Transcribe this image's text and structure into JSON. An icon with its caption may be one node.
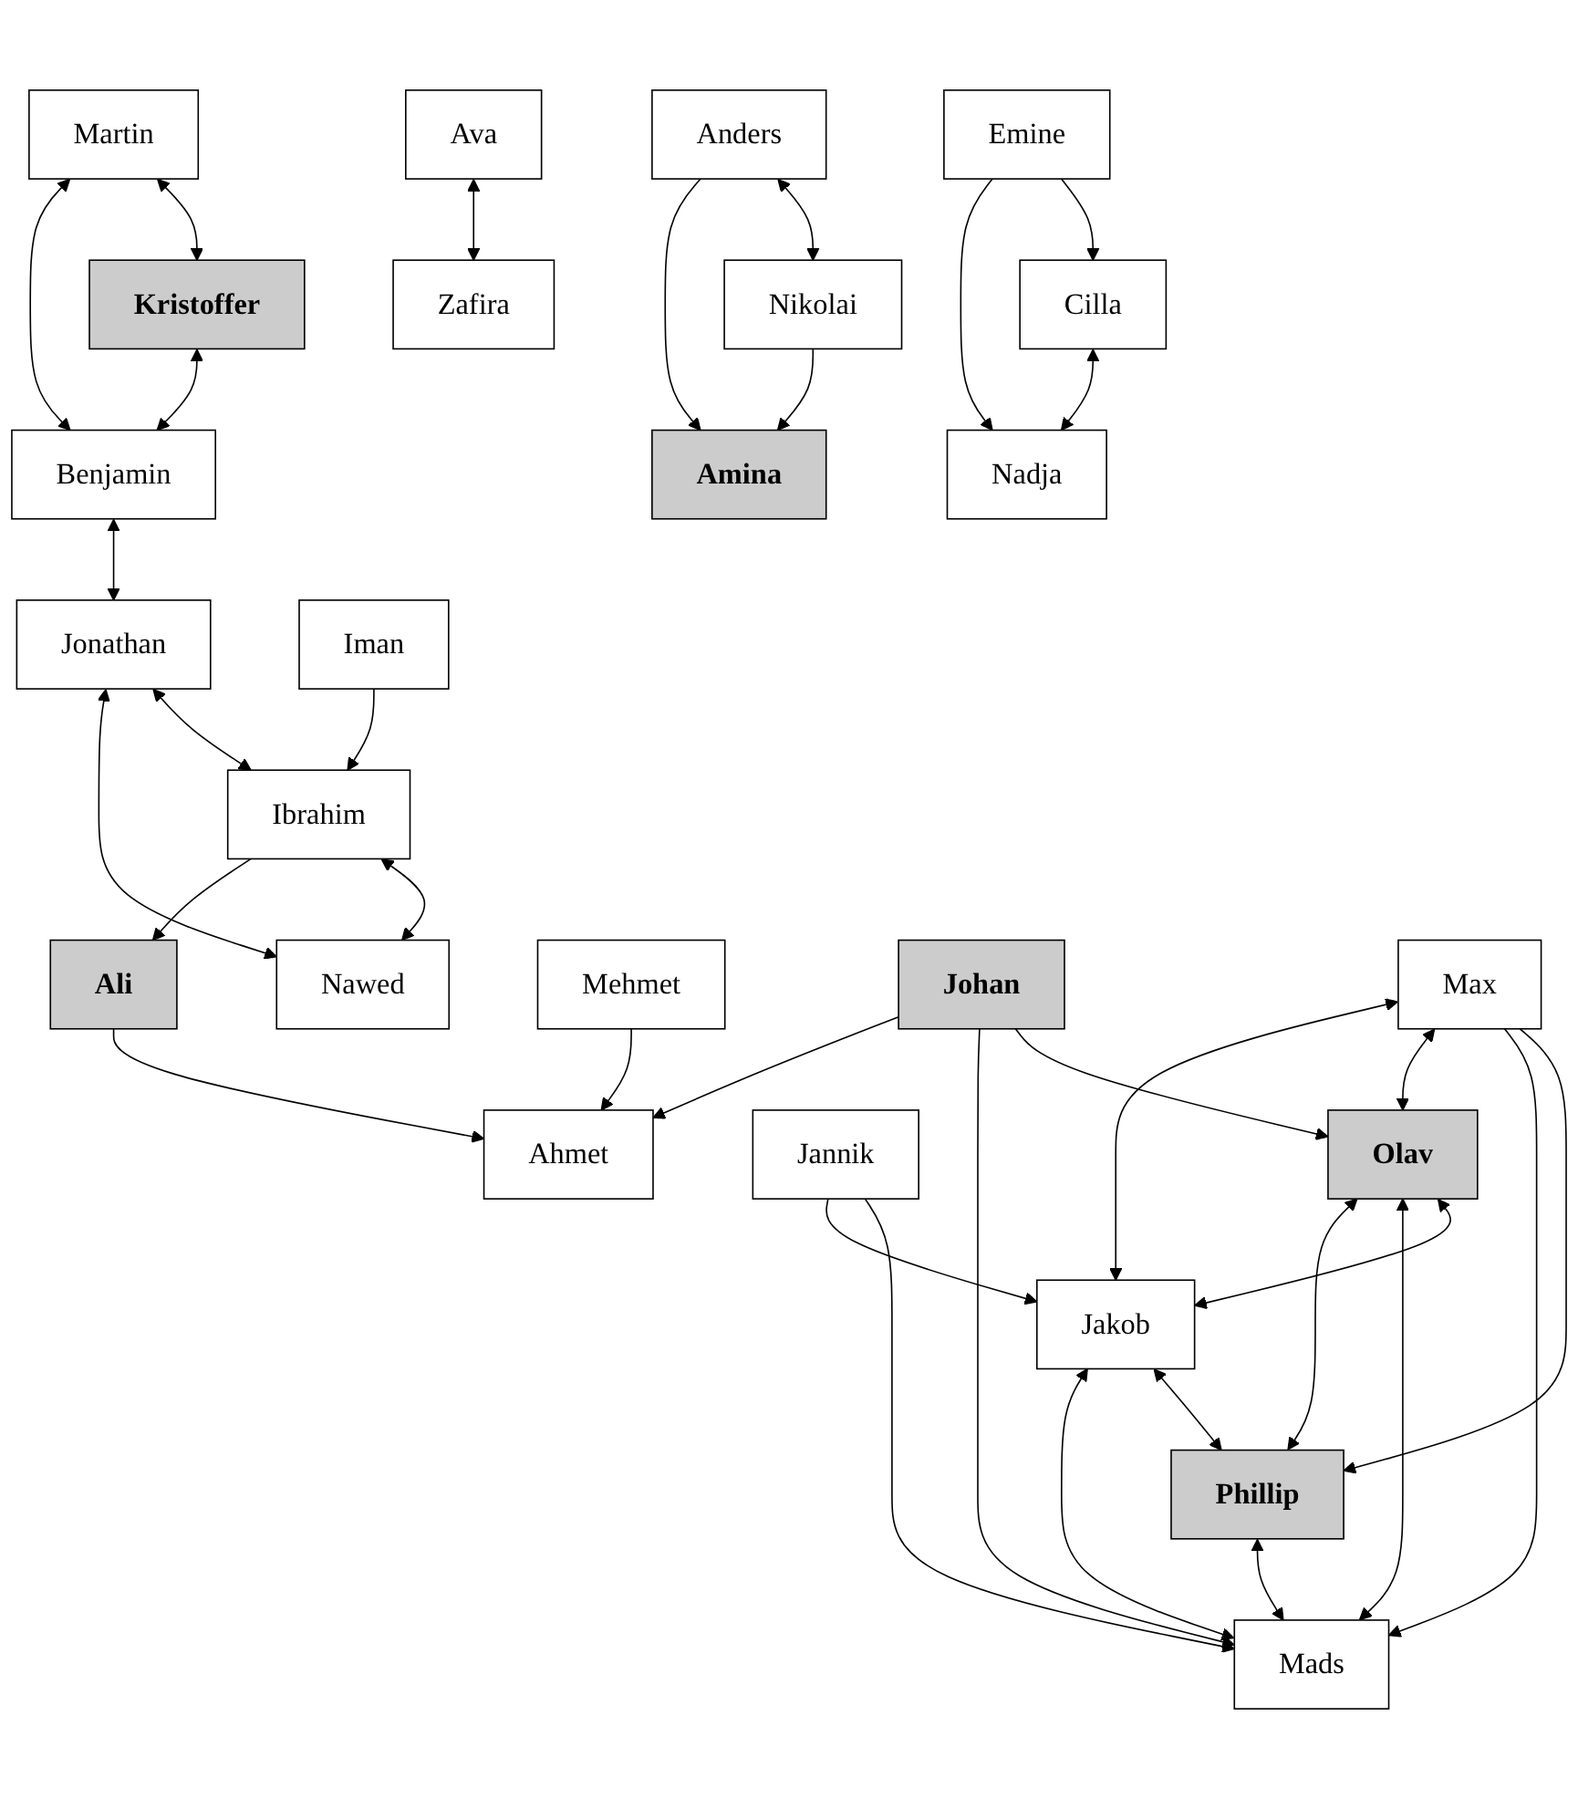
{
  "diagram": {
    "nodes": [
      {
        "text": [
          "Phillip"
        ]
      },
      {
        "text": [
          "Mads"
        ]
      },
      {
        "text": [
          "Jannik"
        ]
      },
      {
        "text": [
          "Max"
        ]
      },
      {
        "text": [
          "Olav"
        ]
      },
      {
        "text": [
          "Jakob"
        ]
      },
      {
        "text": [
          "Martin"
        ]
      },
      {
        "text": [
          "Kristoffer"
        ]
      },
      {
        "text": [
          "Benjamin"
        ]
      },
      {
        "text": [
          "Jonathan"
        ]
      },
      {
        "text": [
          "Ibrahim"
        ]
      },
      {
        "text": [
          "Mehmet"
        ]
      },
      {
        "text": [
          "Ahmet"
        ]
      },
      {
        "text": [
          "Anders"
        ]
      },
      {
        "text": [
          "Nawed"
        ]
      },
      {
        "text": [
          "Ali"
        ]
      },
      {
        "text": [
          "Johan"
        ]
      },
      {
        "text": [
          "Nikolai"
        ]
      },
      {
        "text": [
          "Amina"
        ]
      },
      {
        "text": [
          "Iman"
        ]
      },
      {
        "text": [
          "Ava"
        ]
      },
      {
        "text": [
          "Zafira"
        ]
      },
      {
        "text": [
          "Cilla"
        ]
      },
      {
        "text": [
          "Emine"
        ]
      },
      {
        "text": [
          "Nadja"
        ]
      }
    ],
    "edges": [
      {
        "from": 2,
        "to": 1,
        "arrow": "to"
      },
      {
        "from": 2,
        "to": 5,
        "arrow": "to"
      },
      {
        "from": 0,
        "to": 1,
        "arrow": "both"
      },
      {
        "from": 0,
        "to": 4,
        "arrow": "both"
      },
      {
        "from": 3,
        "to": 0,
        "arrow": "to"
      },
      {
        "from": 3,
        "to": 1,
        "arrow": "to"
      },
      {
        "from": 1,
        "to": 4,
        "arrow": "both"
      },
      {
        "from": 3,
        "to": 4,
        "arrow": "both"
      },
      {
        "from": 3,
        "to": 5,
        "arrow": "both"
      },
      {
        "from": 4,
        "to": 5,
        "arrow": "both"
      },
      {
        "from": 5,
        "to": 0,
        "arrow": "both"
      },
      {
        "from": 1,
        "to": 5,
        "arrow": "both"
      },
      {
        "from": 16,
        "to": 4,
        "arrow": "to"
      },
      {
        "from": 16,
        "to": 1,
        "arrow": "to"
      },
      {
        "from": 6,
        "to": 7,
        "arrow": "both"
      },
      {
        "from": 6,
        "to": 8,
        "arrow": "both"
      },
      {
        "from": 7,
        "to": 8,
        "arrow": "both"
      },
      {
        "from": 8,
        "to": 9,
        "arrow": "both"
      },
      {
        "from": 9,
        "to": 10,
        "arrow": "both"
      },
      {
        "from": 9,
        "to": 14,
        "arrow": "both"
      },
      {
        "from": 10,
        "to": 14,
        "arrow": "both"
      },
      {
        "from": 19,
        "to": 10,
        "arrow": "to"
      },
      {
        "from": 10,
        "to": 15,
        "arrow": "to"
      },
      {
        "from": 15,
        "to": 12,
        "arrow": "to"
      },
      {
        "from": 11,
        "to": 12,
        "arrow": "to"
      },
      {
        "from": 16,
        "to": 12,
        "arrow": "to"
      },
      {
        "from": 13,
        "to": 17,
        "arrow": "both"
      },
      {
        "from": 13,
        "to": 18,
        "arrow": "to"
      },
      {
        "from": 17,
        "to": 18,
        "arrow": "to"
      },
      {
        "from": 20,
        "to": 21,
        "arrow": "both"
      },
      {
        "from": 23,
        "to": 22,
        "arrow": "to"
      },
      {
        "from": 23,
        "to": 24,
        "arrow": "to"
      },
      {
        "from": 22,
        "to": 24,
        "arrow": "both"
      }
    ]
  }
}
